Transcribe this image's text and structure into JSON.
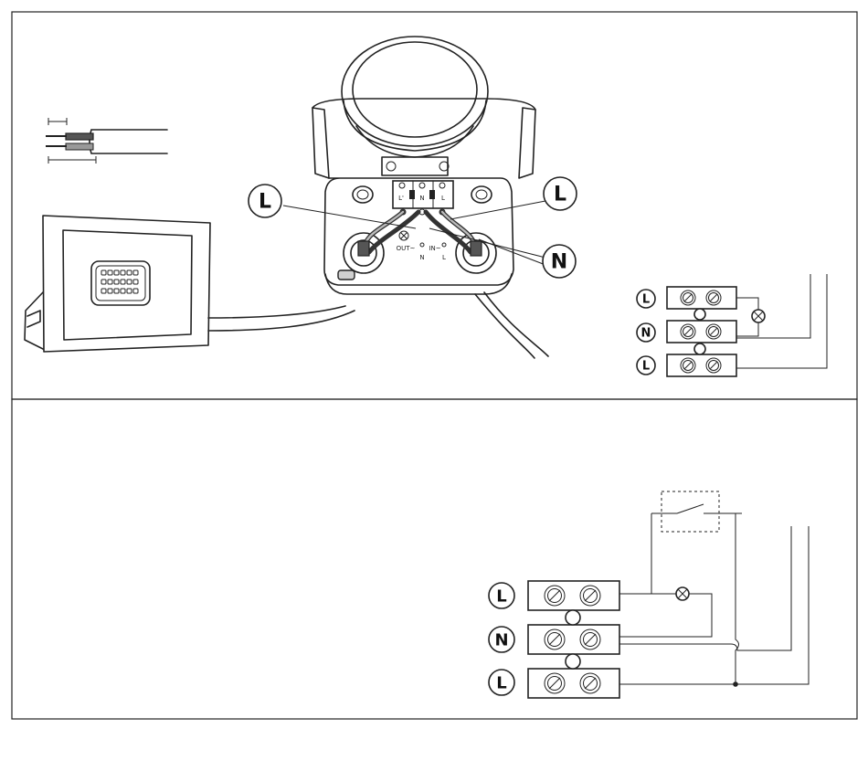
{
  "labels": {
    "live": "L",
    "neutral": "N",
    "live_out": "L'"
  },
  "terminal_markings": {
    "out": "OUT~",
    "in": "IN~",
    "n_small": "N",
    "l_small": "L"
  },
  "icons": [
    "floodlight-fixture",
    "stripped-cable",
    "pir-sensor",
    "terminal-block",
    "lamp-symbol",
    "switch-symbol"
  ]
}
